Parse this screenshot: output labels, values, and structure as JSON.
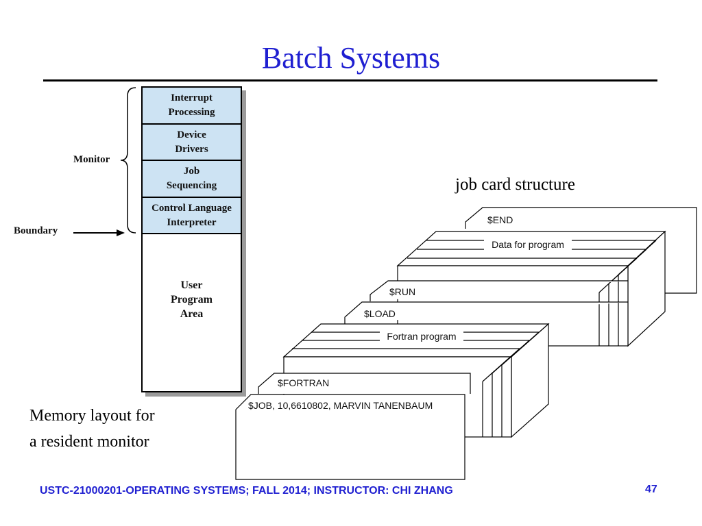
{
  "slide": {
    "title": "Batch Systems",
    "footer": "USTC-21000201-OPERATING SYSTEMS; FALL 2014; INSTRUCTOR: CHI ZHANG",
    "page_number": "47"
  },
  "memory_layout": {
    "blocks": [
      {
        "line1": "Interrupt",
        "line2": "Processing"
      },
      {
        "line1": "Device",
        "line2": "Drivers"
      },
      {
        "line1": "Job",
        "line2": "Sequencing"
      },
      {
        "line1": "Control Language",
        "line2": "Interpreter"
      },
      {
        "line1": "User",
        "line2": "Program",
        "line3": "Area"
      }
    ],
    "monitor_label": "Monitor",
    "boundary_label": "Boundary",
    "caption_line1": "Memory layout for",
    "caption_line2": "a resident monitor",
    "block_color": "#cde3f3"
  },
  "job_cards": {
    "title": "job card structure",
    "end": "$END",
    "data": "Data for program",
    "run": "$RUN",
    "load": "$LOAD",
    "fortran_program": "Fortran program",
    "fortran": "$FORTRAN",
    "job": "$JOB, 10,6610802, MARVIN TANENBAUM"
  },
  "colors": {
    "title": "#1f1fd1",
    "footer": "#1f1fd1"
  }
}
